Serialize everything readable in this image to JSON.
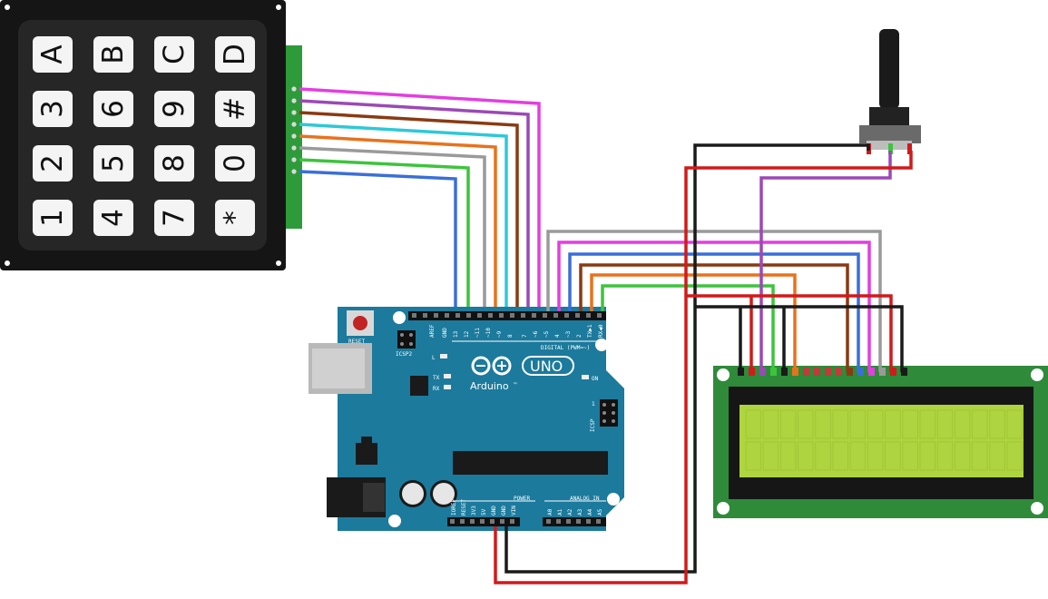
{
  "keypad": {
    "rows": [
      [
        "A",
        "B",
        "C",
        "D"
      ],
      [
        "3",
        "6",
        "9",
        "#"
      ],
      [
        "2",
        "5",
        "8",
        "0"
      ],
      [
        "1",
        "4",
        "7",
        "*"
      ]
    ]
  },
  "arduino": {
    "reset_label": "RESET",
    "icsp2_label": "ICSP2",
    "aref_label": "AREF",
    "gnd_label": "GND",
    "digital_label": "DIGITAL (PWM=~)",
    "pin_labels": [
      "13",
      "12",
      "~11",
      "~10",
      "~9",
      "8",
      "7",
      "~6",
      "~5",
      "4",
      "~3",
      "2",
      "TX▶1",
      "RX◀0"
    ],
    "l_label": "L",
    "tx_label": "TX",
    "rx_label": "RX",
    "on_label": "ON",
    "brand_name": "Arduino",
    "trademark": "™",
    "model": "UNO",
    "icsp_label": "ICSP",
    "icsp_pin": "1",
    "power_label": "POWER",
    "analog_label": "ANALOG IN",
    "power_pins": [
      "IOREF",
      "RESET",
      "3V3",
      "5V",
      "GND",
      "GND",
      "VIN"
    ],
    "analog_pins": [
      "A0",
      "A1",
      "A2",
      "A3",
      "A4",
      "A5"
    ]
  },
  "colors": {
    "keypad_body": "#151515",
    "keypad_key": "#f4f4f4",
    "connector_green": "#2e9b3a",
    "board_blue": "#1c7a9c",
    "lcd_pcb": "#2f8a3a",
    "lcd_screen": "#aed43f",
    "wire_black": "#1a1a1a",
    "wire_red": "#d11a1a",
    "wire_magenta": "#e33ee0",
    "wire_purple": "#9b49b5",
    "wire_brown": "#8a3a12",
    "wire_cyan": "#2ec8d8",
    "wire_orange": "#e8721c",
    "wire_gray": "#9a9a9a",
    "wire_green": "#3cc43c",
    "wire_blue": "#3a6fd8"
  }
}
